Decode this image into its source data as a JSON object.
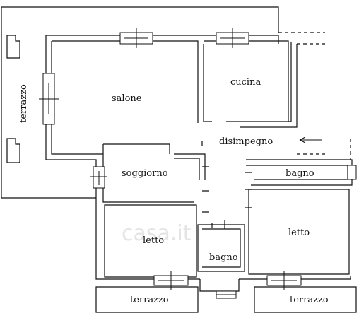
{
  "rooms": {
    "salone": "salone",
    "cucina": "cucina",
    "disimpegno": "disimpegno",
    "soggiorno": "soggiorno",
    "bagno_right": "bagno",
    "letto_left": "letto",
    "letto_right": "letto",
    "bagno_center": "bagno",
    "terrazzo_side": "terrazzo",
    "terrazzo_bottom_left": "terrazzo",
    "terrazzo_bottom_right": "terrazzo"
  },
  "watermark": {
    "text": "casa.it"
  },
  "colors": {
    "wall": "#111111",
    "background": "#ffffff"
  },
  "icons": {
    "entrance": "arrow-left-icon"
  }
}
